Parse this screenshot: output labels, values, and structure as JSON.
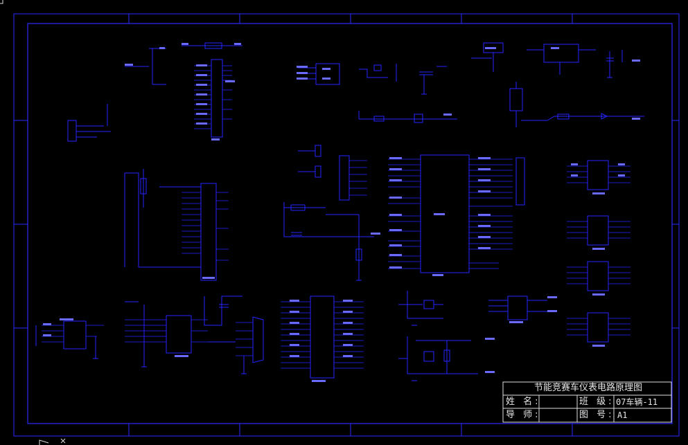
{
  "drawing": {
    "colors": {
      "background": "#000000",
      "lines": "#2020ff",
      "text": "#e8e8e8",
      "labels": "#8a8aff"
    }
  },
  "titleblock": {
    "title": "节能竞赛车仪表电路原理图",
    "name_label": "姓 名:",
    "name_value": "",
    "class_label": "班 级:",
    "class_value": "07车辆-11",
    "advisor_label": "导 师:",
    "advisor_value": "",
    "drawing_no_label": "图 号:",
    "drawing_no_value": "A1"
  }
}
